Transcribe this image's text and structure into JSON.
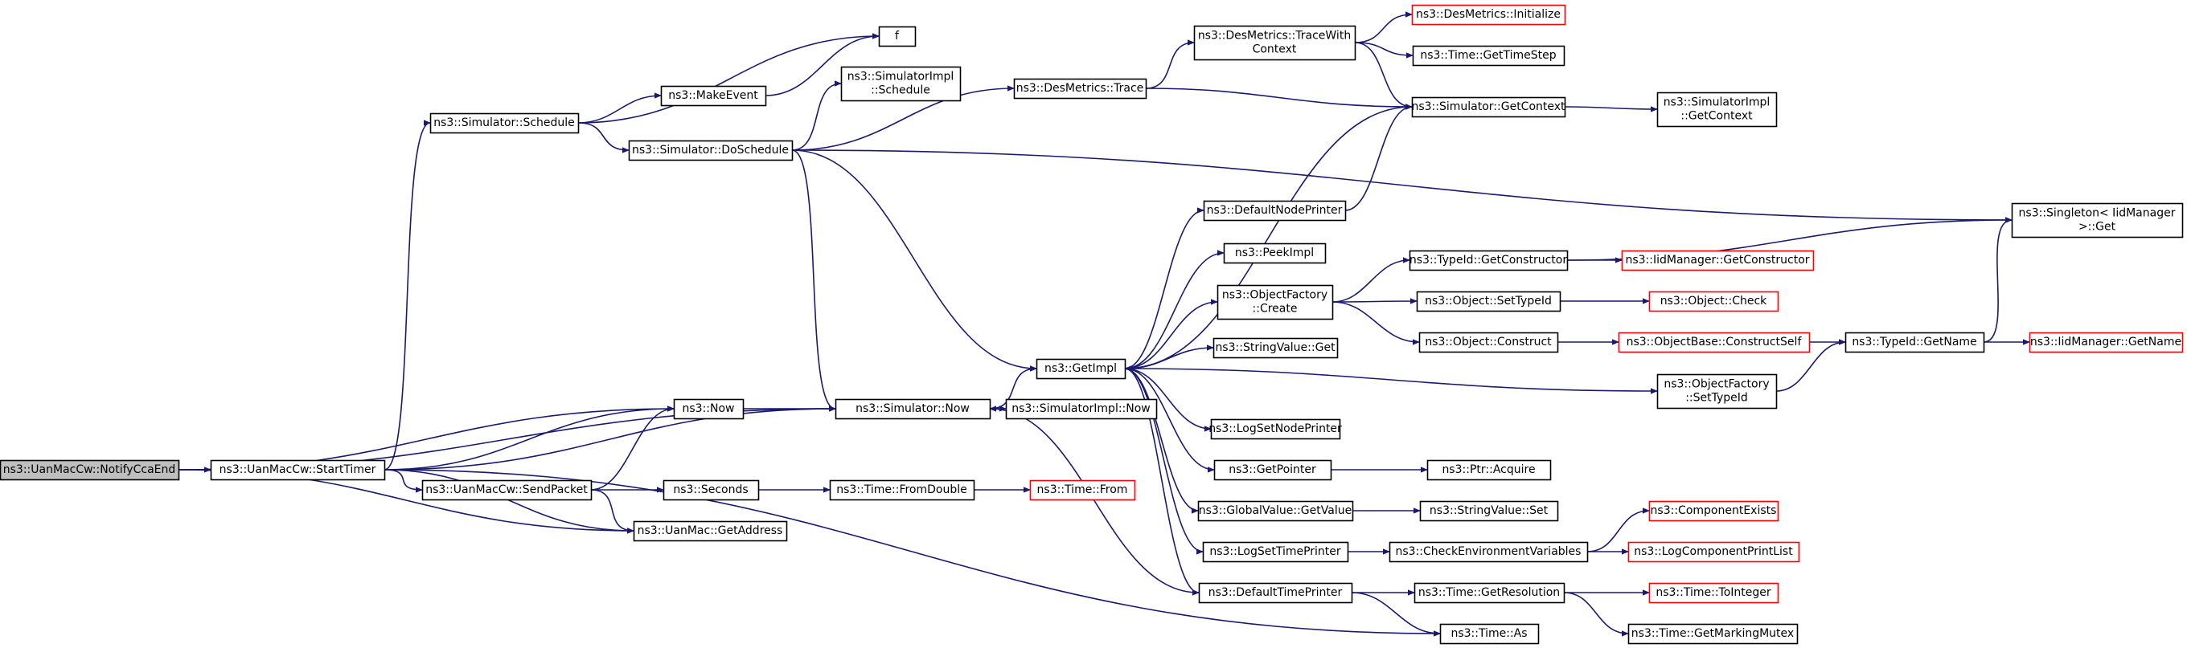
{
  "style": {
    "edge_color": "#191970",
    "border_default": "#000000",
    "border_incomplete": "#ff0000",
    "fill_default": "#ffffff",
    "fill_root": "#bfbfbf"
  },
  "nodes": [
    {
      "id": "notify",
      "lines": [
        "ns3::UanMacCw::NotifyCcaEnd"
      ],
      "kind": "root"
    },
    {
      "id": "starttimer",
      "lines": [
        "ns3::UanMacCw::StartTimer"
      ]
    },
    {
      "id": "schedule",
      "lines": [
        "ns3::Simulator::Schedule"
      ]
    },
    {
      "id": "f",
      "lines": [
        "f"
      ]
    },
    {
      "id": "makeevent",
      "lines": [
        "ns3::MakeEvent"
      ]
    },
    {
      "id": "doschedule",
      "lines": [
        "ns3::Simulator::DoSchedule"
      ]
    },
    {
      "id": "simimplschedule",
      "lines": [
        "ns3::SimulatorImpl",
        "::Schedule"
      ]
    },
    {
      "id": "desmetricstrace",
      "lines": [
        "ns3::DesMetrics::Trace"
      ]
    },
    {
      "id": "tracewithcontext",
      "lines": [
        "ns3::DesMetrics::TraceWith",
        "Context"
      ]
    },
    {
      "id": "desmetricsinit",
      "lines": [
        "ns3::DesMetrics::Initialize"
      ],
      "kind": "incomplete"
    },
    {
      "id": "timegettimestep",
      "lines": [
        "ns3::Time::GetTimeStep"
      ]
    },
    {
      "id": "simgetcontext",
      "lines": [
        "ns3::Simulator::GetContext"
      ]
    },
    {
      "id": "simimplgetcontext",
      "lines": [
        "ns3::SimulatorImpl",
        "::GetContext"
      ]
    },
    {
      "id": "singletonget",
      "lines": [
        "ns3::Singleton< IidManager",
        " >::Get"
      ]
    },
    {
      "id": "defaultnodeprinter",
      "lines": [
        "ns3::DefaultNodePrinter"
      ]
    },
    {
      "id": "peekimpl",
      "lines": [
        "ns3::PeekImpl"
      ]
    },
    {
      "id": "objfactorycreate",
      "lines": [
        "ns3::ObjectFactory",
        "::Create"
      ]
    },
    {
      "id": "typeidgetconstructor",
      "lines": [
        "ns3::TypeId::GetConstructor"
      ]
    },
    {
      "id": "iidgetconstructor",
      "lines": [
        "ns3::IidManager::GetConstructor"
      ],
      "kind": "incomplete"
    },
    {
      "id": "objsettypeid",
      "lines": [
        "ns3::Object::SetTypeId"
      ]
    },
    {
      "id": "objcheck",
      "lines": [
        "ns3::Object::Check"
      ],
      "kind": "incomplete"
    },
    {
      "id": "objconstruct",
      "lines": [
        "ns3::Object::Construct"
      ]
    },
    {
      "id": "constructself",
      "lines": [
        "ns3::ObjectBase::ConstructSelf"
      ],
      "kind": "incomplete"
    },
    {
      "id": "typeidgetname",
      "lines": [
        "ns3::TypeId::GetName"
      ]
    },
    {
      "id": "iidgetname",
      "lines": [
        "ns3::IidManager::GetName"
      ],
      "kind": "incomplete"
    },
    {
      "id": "stringvalueget",
      "lines": [
        "ns3::StringValue::Get"
      ]
    },
    {
      "id": "getimpl",
      "lines": [
        "ns3::GetImpl"
      ]
    },
    {
      "id": "objfactorysettypeid",
      "lines": [
        "ns3::ObjectFactory",
        "::SetTypeId"
      ]
    },
    {
      "id": "ns3now",
      "lines": [
        "ns3::Now"
      ]
    },
    {
      "id": "simnow",
      "lines": [
        "ns3::Simulator::Now"
      ]
    },
    {
      "id": "simimplnow",
      "lines": [
        "ns3::SimulatorImpl::Now"
      ]
    },
    {
      "id": "logsetnodeprinter",
      "lines": [
        "ns3::LogSetNodePrinter"
      ]
    },
    {
      "id": "getpointer",
      "lines": [
        "ns3::GetPointer"
      ]
    },
    {
      "id": "ptracquire",
      "lines": [
        "ns3::Ptr::Acquire"
      ]
    },
    {
      "id": "sendpacket",
      "lines": [
        "ns3::UanMacCw::SendPacket"
      ]
    },
    {
      "id": "seconds",
      "lines": [
        "ns3::Seconds"
      ]
    },
    {
      "id": "fromdouble",
      "lines": [
        "ns3::Time::FromDouble"
      ]
    },
    {
      "id": "timefrom",
      "lines": [
        "ns3::Time::From"
      ],
      "kind": "incomplete"
    },
    {
      "id": "getaddress",
      "lines": [
        "ns3::UanMac::GetAddress"
      ]
    },
    {
      "id": "globalgetvalue",
      "lines": [
        "ns3::GlobalValue::GetValue"
      ]
    },
    {
      "id": "stringvalueset",
      "lines": [
        "ns3::StringValue::Set"
      ]
    },
    {
      "id": "componentexists",
      "lines": [
        "ns3::ComponentExists"
      ],
      "kind": "incomplete"
    },
    {
      "id": "logsettimeprinter",
      "lines": [
        "ns3::LogSetTimePrinter"
      ]
    },
    {
      "id": "checkenvvars",
      "lines": [
        "ns3::CheckEnvironmentVariables"
      ]
    },
    {
      "id": "logcomponentprintlist",
      "lines": [
        "ns3::LogComponentPrintList"
      ],
      "kind": "incomplete"
    },
    {
      "id": "defaulttimeprinter",
      "lines": [
        "ns3::DefaultTimePrinter"
      ]
    },
    {
      "id": "timegetresolution",
      "lines": [
        "ns3::Time::GetResolution"
      ]
    },
    {
      "id": "timetointeger",
      "lines": [
        "ns3::Time::ToInteger"
      ],
      "kind": "incomplete"
    },
    {
      "id": "timeas",
      "lines": [
        "ns3::Time::As"
      ]
    },
    {
      "id": "timegetmarkingmutex",
      "lines": [
        "ns3::Time::GetMarkingMutex"
      ]
    }
  ],
  "edges": [
    [
      "notify",
      "starttimer"
    ],
    [
      "notify",
      "ns3now"
    ],
    [
      "notify",
      "simnow"
    ],
    [
      "notify",
      "getaddress"
    ],
    [
      "starttimer",
      "schedule"
    ],
    [
      "starttimer",
      "ns3now"
    ],
    [
      "starttimer",
      "simnow"
    ],
    [
      "starttimer",
      "sendpacket"
    ],
    [
      "starttimer",
      "getaddress"
    ],
    [
      "starttimer",
      "timeas"
    ],
    [
      "schedule",
      "f"
    ],
    [
      "schedule",
      "makeevent"
    ],
    [
      "schedule",
      "doschedule"
    ],
    [
      "makeevent",
      "f"
    ],
    [
      "doschedule",
      "simimplschedule"
    ],
    [
      "doschedule",
      "desmetricstrace"
    ],
    [
      "doschedule",
      "singletonget"
    ],
    [
      "doschedule",
      "simnow"
    ],
    [
      "doschedule",
      "getimpl"
    ],
    [
      "desmetricstrace",
      "tracewithcontext"
    ],
    [
      "desmetricstrace",
      "simgetcontext"
    ],
    [
      "tracewithcontext",
      "desmetricsinit"
    ],
    [
      "tracewithcontext",
      "timegettimestep"
    ],
    [
      "tracewithcontext",
      "simgetcontext"
    ],
    [
      "simgetcontext",
      "simimplgetcontext"
    ],
    [
      "simgetcontext",
      "getimpl"
    ],
    [
      "defaultnodeprinter",
      "simgetcontext"
    ],
    [
      "getimpl",
      "defaultnodeprinter"
    ],
    [
      "getimpl",
      "peekimpl"
    ],
    [
      "getimpl",
      "objfactorycreate"
    ],
    [
      "getimpl",
      "stringvalueget"
    ],
    [
      "getimpl",
      "objfactorysettypeid"
    ],
    [
      "getimpl",
      "logsetnodeprinter"
    ],
    [
      "getimpl",
      "getpointer"
    ],
    [
      "getimpl",
      "globalgetvalue"
    ],
    [
      "getimpl",
      "logsettimeprinter"
    ],
    [
      "getimpl",
      "defaulttimeprinter"
    ],
    [
      "objfactorycreate",
      "typeidgetconstructor"
    ],
    [
      "objfactorycreate",
      "objsettypeid"
    ],
    [
      "objfactorycreate",
      "objconstruct"
    ],
    [
      "typeidgetconstructor",
      "iidgetconstructor"
    ],
    [
      "typeidgetconstructor",
      "singletonget"
    ],
    [
      "objsettypeid",
      "objcheck"
    ],
    [
      "objconstruct",
      "constructself"
    ],
    [
      "constructself",
      "typeidgetname"
    ],
    [
      "typeidgetname",
      "iidgetname"
    ],
    [
      "typeidgetname",
      "singletonget"
    ],
    [
      "objfactorysettypeid",
      "typeidgetname"
    ],
    [
      "ns3now",
      "simnow"
    ],
    [
      "simnow",
      "simimplnow"
    ],
    [
      "simnow",
      "getimpl"
    ],
    [
      "getpointer",
      "ptracquire"
    ],
    [
      "sendpacket",
      "ns3now"
    ],
    [
      "sendpacket",
      "seconds"
    ],
    [
      "sendpacket",
      "getaddress"
    ],
    [
      "seconds",
      "fromdouble"
    ],
    [
      "fromdouble",
      "timefrom"
    ],
    [
      "globalgetvalue",
      "stringvalueset"
    ],
    [
      "logsettimeprinter",
      "checkenvvars"
    ],
    [
      "checkenvvars",
      "componentexists"
    ],
    [
      "checkenvvars",
      "logcomponentprintlist"
    ],
    [
      "defaulttimeprinter",
      "simnow"
    ],
    [
      "defaulttimeprinter",
      "timegetresolution"
    ],
    [
      "defaulttimeprinter",
      "timeas"
    ],
    [
      "timegetresolution",
      "timetointeger"
    ],
    [
      "timegetresolution",
      "timegetmarkingmutex"
    ]
  ]
}
